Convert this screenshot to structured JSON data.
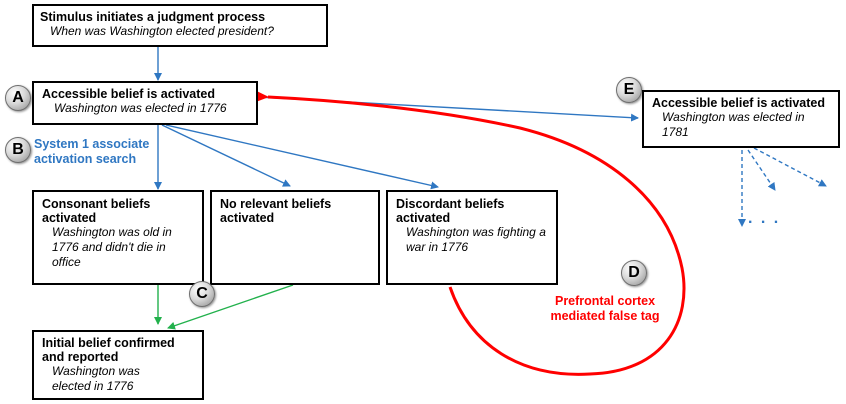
{
  "boxes": {
    "stimulus": {
      "title": "Stimulus initiates a judgment process",
      "body": "When was Washington elected president?"
    },
    "accessible_a": {
      "title": "Accessible belief is activated",
      "body": "Washington was  elected in 1776"
    },
    "accessible_e": {
      "title": "Accessible belief is activated",
      "body": "Washington was elected in 1781"
    },
    "consonant": {
      "title": "Consonant beliefs activated",
      "body": "Washington was old in 1776 and didn't die in office"
    },
    "no_relevant": {
      "title": "No relevant beliefs activated",
      "body": ""
    },
    "discordant": {
      "title": "Discordant beliefs activated",
      "body": "Washington was fighting a war in 1776"
    },
    "initial": {
      "title": "Initial belief confirmed and reported",
      "body": "Washington was elected in 1776"
    }
  },
  "badges": {
    "a": "A",
    "b": "B",
    "c": "C",
    "d": "D",
    "e": "E"
  },
  "labels": {
    "system1": "System 1 associate activation search",
    "prefrontal": "Prefrontal cortex mediated false tag",
    "ellipsis": ". . ."
  },
  "colors": {
    "blue_arrow": "#2f77c2",
    "green_arrow": "#22b14c",
    "red_arrow": "#ff0000"
  }
}
